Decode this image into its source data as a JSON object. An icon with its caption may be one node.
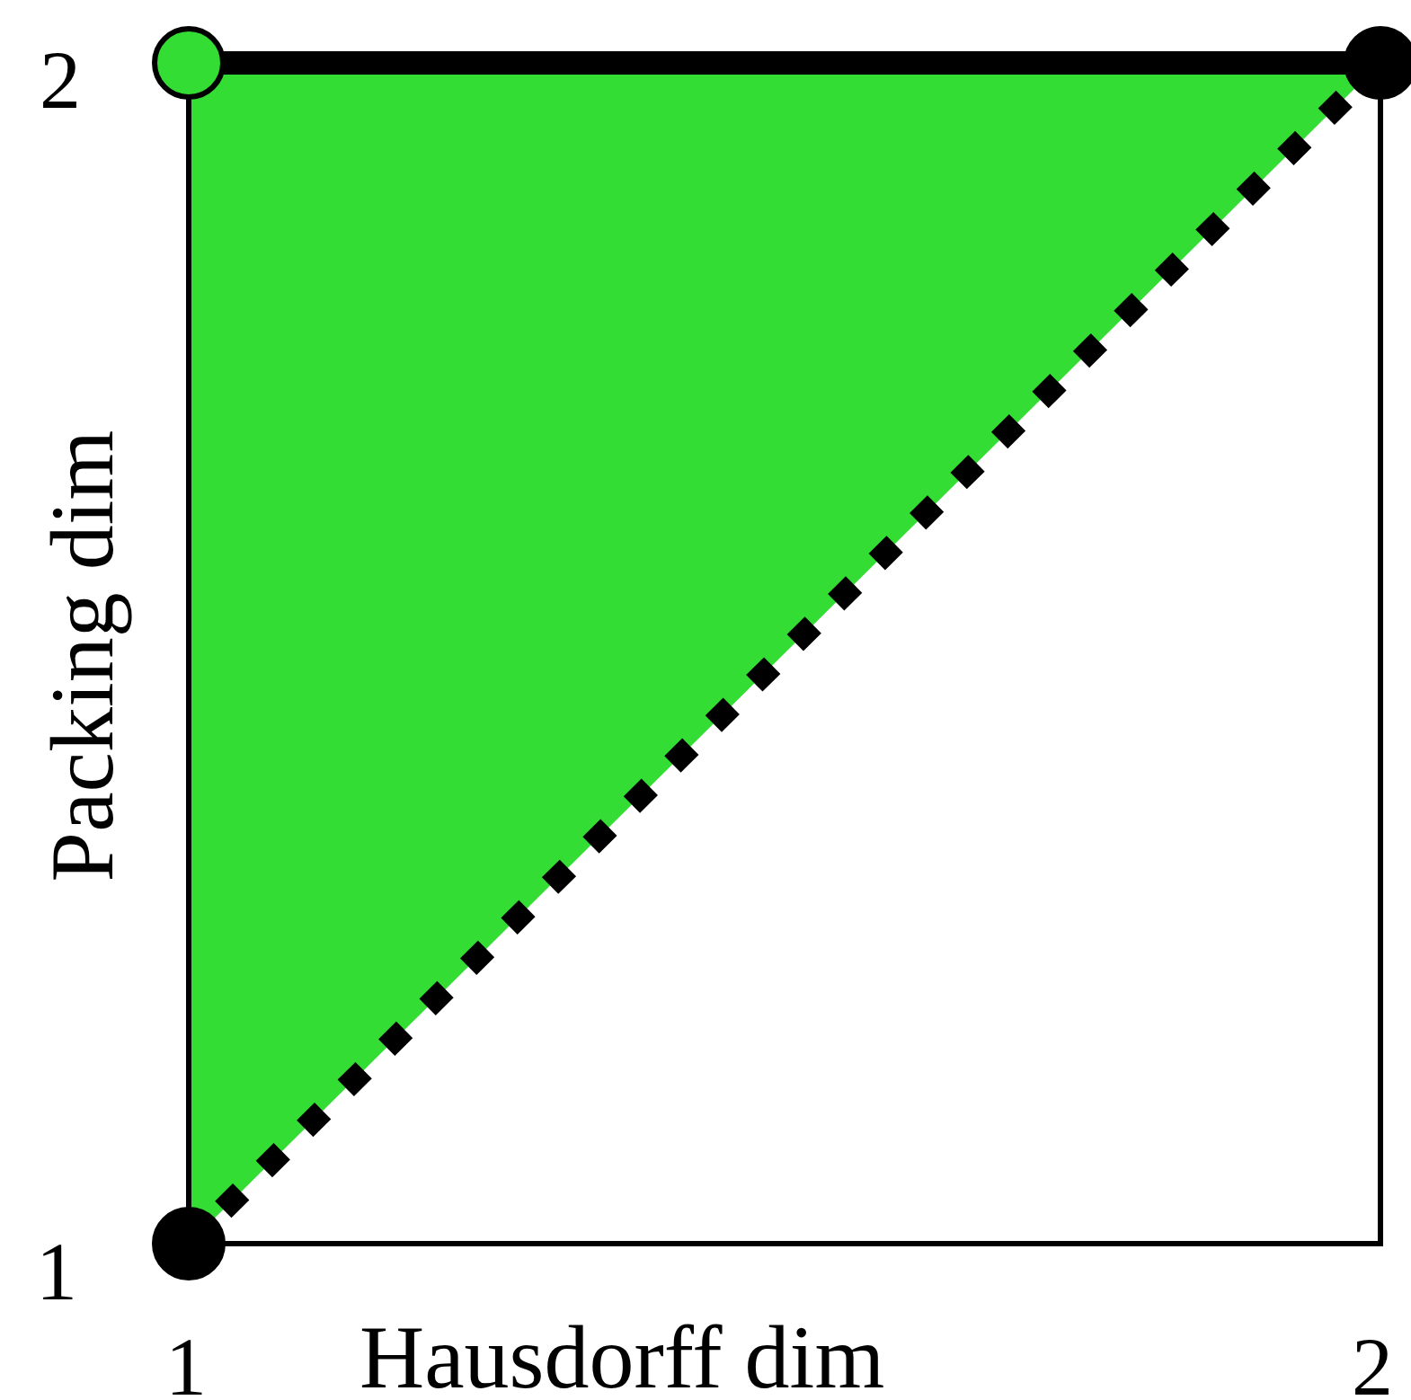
{
  "diagram": {
    "nodes": [
      {
        "text": [],
        "shape": "circle"
      },
      {
        "text": [],
        "shape": "circle"
      },
      {
        "text": [],
        "shape": "circle"
      }
    ],
    "edges": [
      {
        "from": 0,
        "to": 1,
        "arrow": "none"
      },
      {
        "from": 2,
        "to": 1,
        "arrow": "none",
        "style": "dashed"
      }
    ],
    "labels": [
      "2",
      "Packing dim",
      "1",
      "1",
      "Hausdorff dim",
      "2"
    ]
  }
}
